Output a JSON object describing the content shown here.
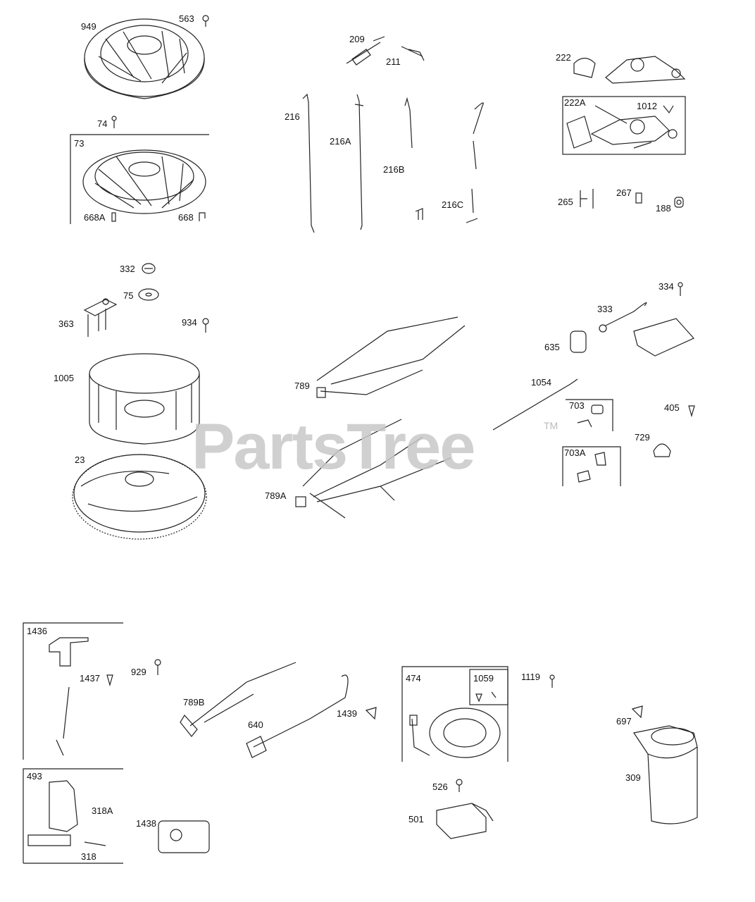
{
  "watermark": {
    "text": "PartsTree",
    "tm": "TM"
  },
  "labels": {
    "l949": "949",
    "l563": "563",
    "l74": "74",
    "l73": "73",
    "l668A": "668A",
    "l668": "668",
    "l209": "209",
    "l211": "211",
    "l216": "216",
    "l216A": "216A",
    "l216B": "216B",
    "l216C": "216C",
    "l222": "222",
    "l222A": "222A",
    "l1012": "1012",
    "l265": "265",
    "l267": "267",
    "l188": "188",
    "l332": "332",
    "l75": "75",
    "l363": "363",
    "l934": "934",
    "l1005": "1005",
    "l23": "23",
    "l789": "789",
    "l789A": "789A",
    "l334": "334",
    "l333": "333",
    "l635": "635",
    "l1054": "1054",
    "l703": "703",
    "l703A": "703A",
    "l405": "405",
    "l729": "729",
    "l1436": "1436",
    "l1437": "1437",
    "l929": "929",
    "l493": "493",
    "l318A": "318A",
    "l318": "318",
    "l1438": "1438",
    "l789B": "789B",
    "l640": "640",
    "l1439": "1439",
    "l474": "474",
    "l1059": "1059",
    "l1119": "1119",
    "l526": "526",
    "l501": "501",
    "l697": "697",
    "l309": "309"
  }
}
